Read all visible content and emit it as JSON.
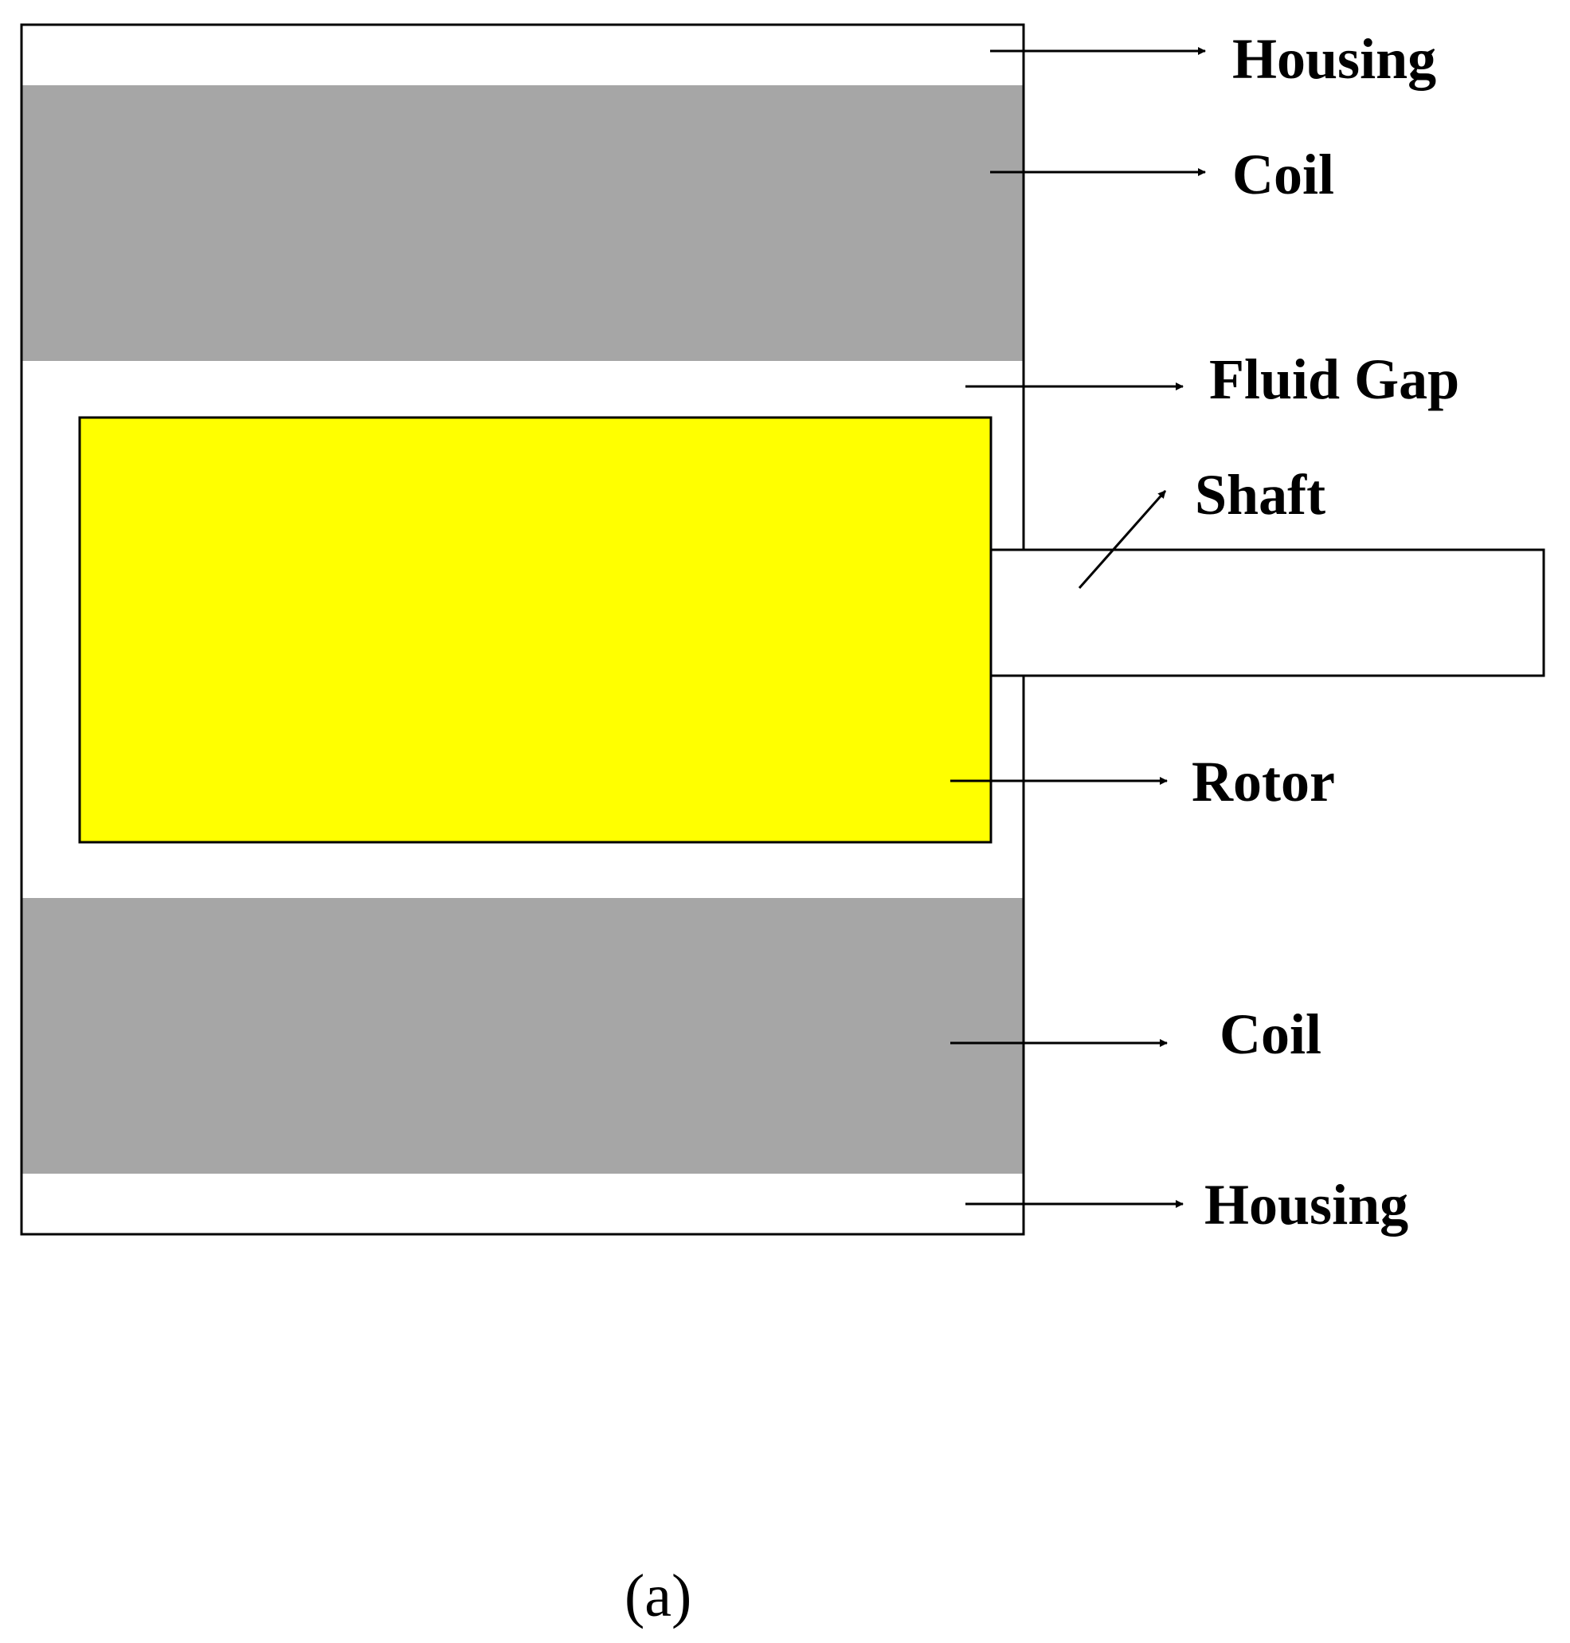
{
  "labels": {
    "housing_top": "Housing",
    "coil_top": "Coil",
    "fluid_gap": "Fluid Gap",
    "shaft": "Shaft",
    "rotor": "Rotor",
    "coil_bottom": "Coil",
    "housing_bottom": "Housing"
  },
  "caption": "(a)",
  "colors": {
    "housing": "#ffffff",
    "coil": "#a6a6a6",
    "rotor": "#ffff00",
    "shaft": "#ffffff",
    "outline": "#000000"
  }
}
